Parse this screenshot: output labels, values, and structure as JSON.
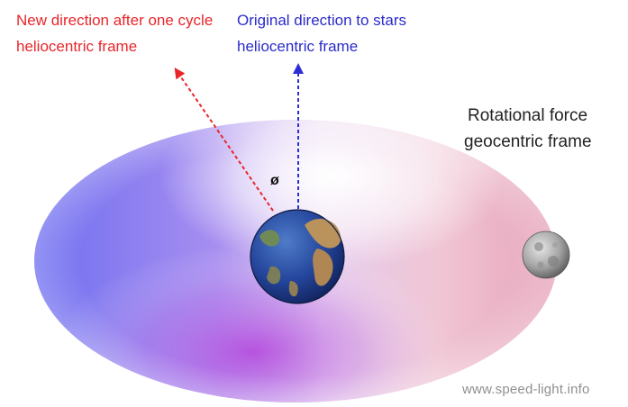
{
  "labels": {
    "new_direction": {
      "line1": "New direction after one cycle",
      "line2": "heliocentric frame",
      "color": "#e8262a"
    },
    "original_direction": {
      "line1": "Original direction to stars",
      "line2": "heliocentric frame",
      "color": "#2b2bc9"
    },
    "rotational_force": {
      "line1": "Rotational force",
      "line2": "geocentric frame"
    },
    "angle_symbol": "ø",
    "watermark": "www.speed-light.info"
  },
  "colors": {
    "orbit_left": "#7a78f0",
    "orbit_center": "#c04fe0",
    "orbit_right": "#e8a2b6",
    "orbit_highlight": "#ffffff",
    "earth_ocean": "#24459a",
    "earth_land": "#b8905a",
    "moon": "#9a9a9a"
  },
  "icons": {
    "earth": "earth-icon",
    "moon": "moon-icon"
  }
}
